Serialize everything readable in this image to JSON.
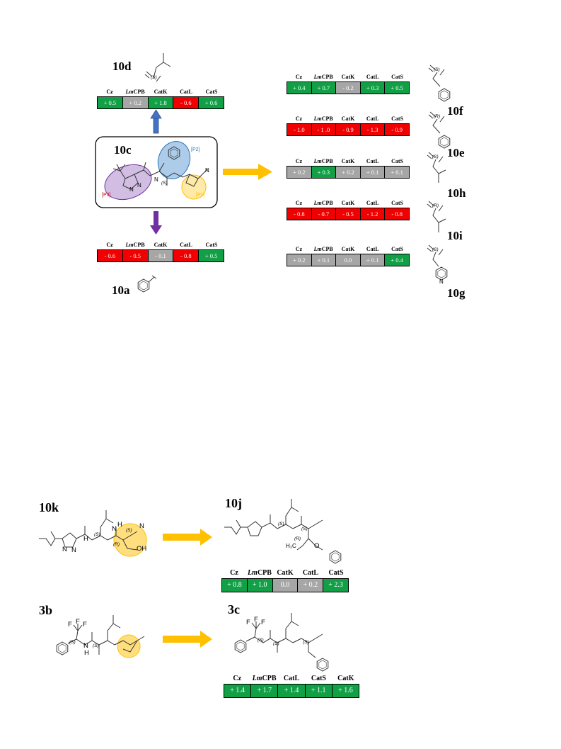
{
  "colors": {
    "green": "#11a046",
    "red": "#f00000",
    "grey": "#a6a6a6",
    "arrow_yellow": "#ffc000",
    "arrow_blue": "#4472c4",
    "arrow_purple": "#7030a0"
  },
  "compounds": {
    "c10d": {
      "label": "10d",
      "stereo": "(S)",
      "headers": [
        "Cz",
        "LmCPB",
        "CatK",
        "CatL",
        "CatS"
      ],
      "values": [
        "+ 0.5",
        "+ 0.2",
        "+ 1.8",
        "- 0.6",
        "+ 0.6"
      ],
      "colors": [
        "green",
        "grey",
        "green",
        "red",
        "green"
      ]
    },
    "c10c": {
      "label": "10c",
      "p1": "[P1]",
      "p2": "[P2]",
      "p3": "[P3]",
      "stereo": "(S)",
      "n_atoms": [
        "N",
        "N",
        "N",
        "N"
      ]
    },
    "c10a": {
      "label": "10a",
      "headers": [
        "Cz",
        "LmCPB",
        "CatK",
        "CatL",
        "CatS"
      ],
      "values": [
        "- 0.6",
        "- 0.5",
        "- 0.1",
        "- 0.8",
        "+ 0.5"
      ],
      "colors": [
        "red",
        "red",
        "grey",
        "red",
        "green"
      ]
    },
    "c10f": {
      "label": "10f",
      "stereo": "(S)",
      "headers": [
        "Cz",
        "LmCPB",
        "CatK",
        "CatL",
        "CatS"
      ],
      "values": [
        "+ 0.4",
        "+ 0.7",
        "- 0.2",
        "+ 0.3",
        "+ 0.5"
      ],
      "colors": [
        "green",
        "green",
        "grey",
        "green",
        "green"
      ]
    },
    "c10e": {
      "label": "10e",
      "stereo": "(R)",
      "headers": [
        "Cz",
        "LmCPB",
        "CatK",
        "CatL",
        "CatS"
      ],
      "values": [
        "- 1.0",
        "- 1 .0",
        "- 0.9",
        "- 1.3",
        "- 0.9"
      ],
      "colors": [
        "red",
        "red",
        "red",
        "red",
        "red"
      ]
    },
    "c10h": {
      "label": "10h",
      "stereo": "(S)",
      "headers": [
        "Cz",
        "LmCPB",
        "CatK",
        "CatL",
        "CatS"
      ],
      "values": [
        "+ 0.2",
        "+ 0.3",
        "+ 0.2",
        "+ 0.1",
        "+ 0.1"
      ],
      "colors": [
        "grey",
        "green",
        "grey",
        "grey",
        "grey"
      ]
    },
    "c10i": {
      "label": "10i",
      "stereo": "(R)",
      "headers": [
        "Cz",
        "LmCPB",
        "CatK",
        "CatL",
        "CatS"
      ],
      "values": [
        "- 0.8",
        "- 0.7",
        "- 0.5",
        "- 1.2",
        "- 0.8"
      ],
      "colors": [
        "red",
        "red",
        "red",
        "red",
        "red"
      ]
    },
    "c10g": {
      "label": "10g",
      "stereo": "(S)",
      "headers": [
        "Cz",
        "LmCPB",
        "CatK",
        "CatL",
        "CatS"
      ],
      "values": [
        "+ 0.2",
        "+ 0.1",
        "0.0",
        "+ 0.1",
        "+ 0.4"
      ],
      "colors": [
        "grey",
        "grey",
        "grey",
        "grey",
        "green"
      ],
      "n_atom": "N"
    },
    "c10k": {
      "label": "10k",
      "stereo_s1": "(S)",
      "stereo_s2": "(S)",
      "stereo_r": "(R)",
      "oh": "OH",
      "n_atoms": [
        "N",
        "N",
        "H",
        "N",
        "N",
        "H"
      ]
    },
    "c10j": {
      "label": "10j",
      "stereo_s1": "(S)",
      "stereo_s2": "(S)",
      "stereo_r": "(R)",
      "me": "H₃C",
      "o": "O",
      "headers": [
        "Cz",
        "LmCPB",
        "CatK",
        "CatL",
        "CatS"
      ],
      "values": [
        "+ 0.8",
        "+ 1.0",
        "0.0",
        "+ 0.2",
        "+ 2.3"
      ],
      "colors": [
        "green",
        "green",
        "grey",
        "grey",
        "green"
      ]
    },
    "c3b": {
      "label": "3b",
      "stereo_s1": "(S)",
      "stereo_s2": "(S)",
      "f": [
        "F",
        "F",
        "F"
      ],
      "nh": [
        "N",
        "H"
      ]
    },
    "c3c": {
      "label": "3c",
      "stereo_s1": "(S)",
      "stereo_s2": "(S)",
      "stereo_s3": "(S)",
      "f": [
        "F",
        "F",
        "F"
      ],
      "headers": [
        "Cz",
        "LmCPB",
        "CatL",
        "CatS",
        "CatK"
      ],
      "values": [
        "+ 1.4",
        "+ 1.7",
        "+ 1.4",
        "+ 1.1",
        "+ 1.6"
      ],
      "colors": [
        "green",
        "green",
        "green",
        "green",
        "green"
      ]
    }
  }
}
